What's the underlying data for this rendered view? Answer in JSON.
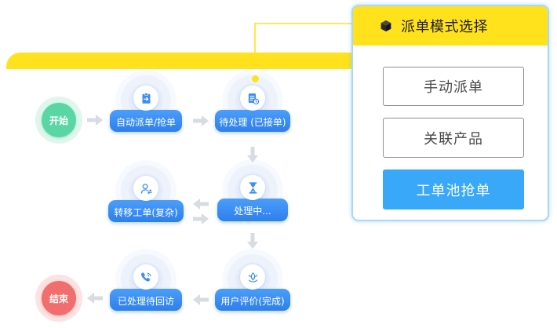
{
  "panel": {
    "title": "派单模式选择",
    "title_icon": "cube-icon",
    "options": [
      {
        "label": "手动派单",
        "selected": false
      },
      {
        "label": "关联产品",
        "selected": false
      },
      {
        "label": "工单池抢单",
        "selected": true
      }
    ]
  },
  "flow": {
    "start": {
      "label": "开始"
    },
    "end": {
      "label": "结束"
    },
    "nodes": [
      {
        "label": "自动派单/抢单",
        "icon": "clipboard-assign-icon"
      },
      {
        "label": "待处理 (已接单)",
        "icon": "document-clock-icon"
      },
      {
        "label": "处理中...",
        "icon": "hourglass-icon"
      },
      {
        "label": "转移工单(复杂)",
        "icon": "user-transfer-icon"
      },
      {
        "label": "用户评价(完成)",
        "icon": "award-icon"
      },
      {
        "label": "已处理待回访",
        "icon": "phone-icon"
      }
    ]
  },
  "colors": {
    "accent_blue": "#3a8df4",
    "panel_button_blue": "#3aa8f8",
    "highlight_yellow": "#ffe21c",
    "start_green": "#5ad6a4",
    "end_red": "#f26d6d",
    "arrow_gray": "#d7dbe2"
  }
}
